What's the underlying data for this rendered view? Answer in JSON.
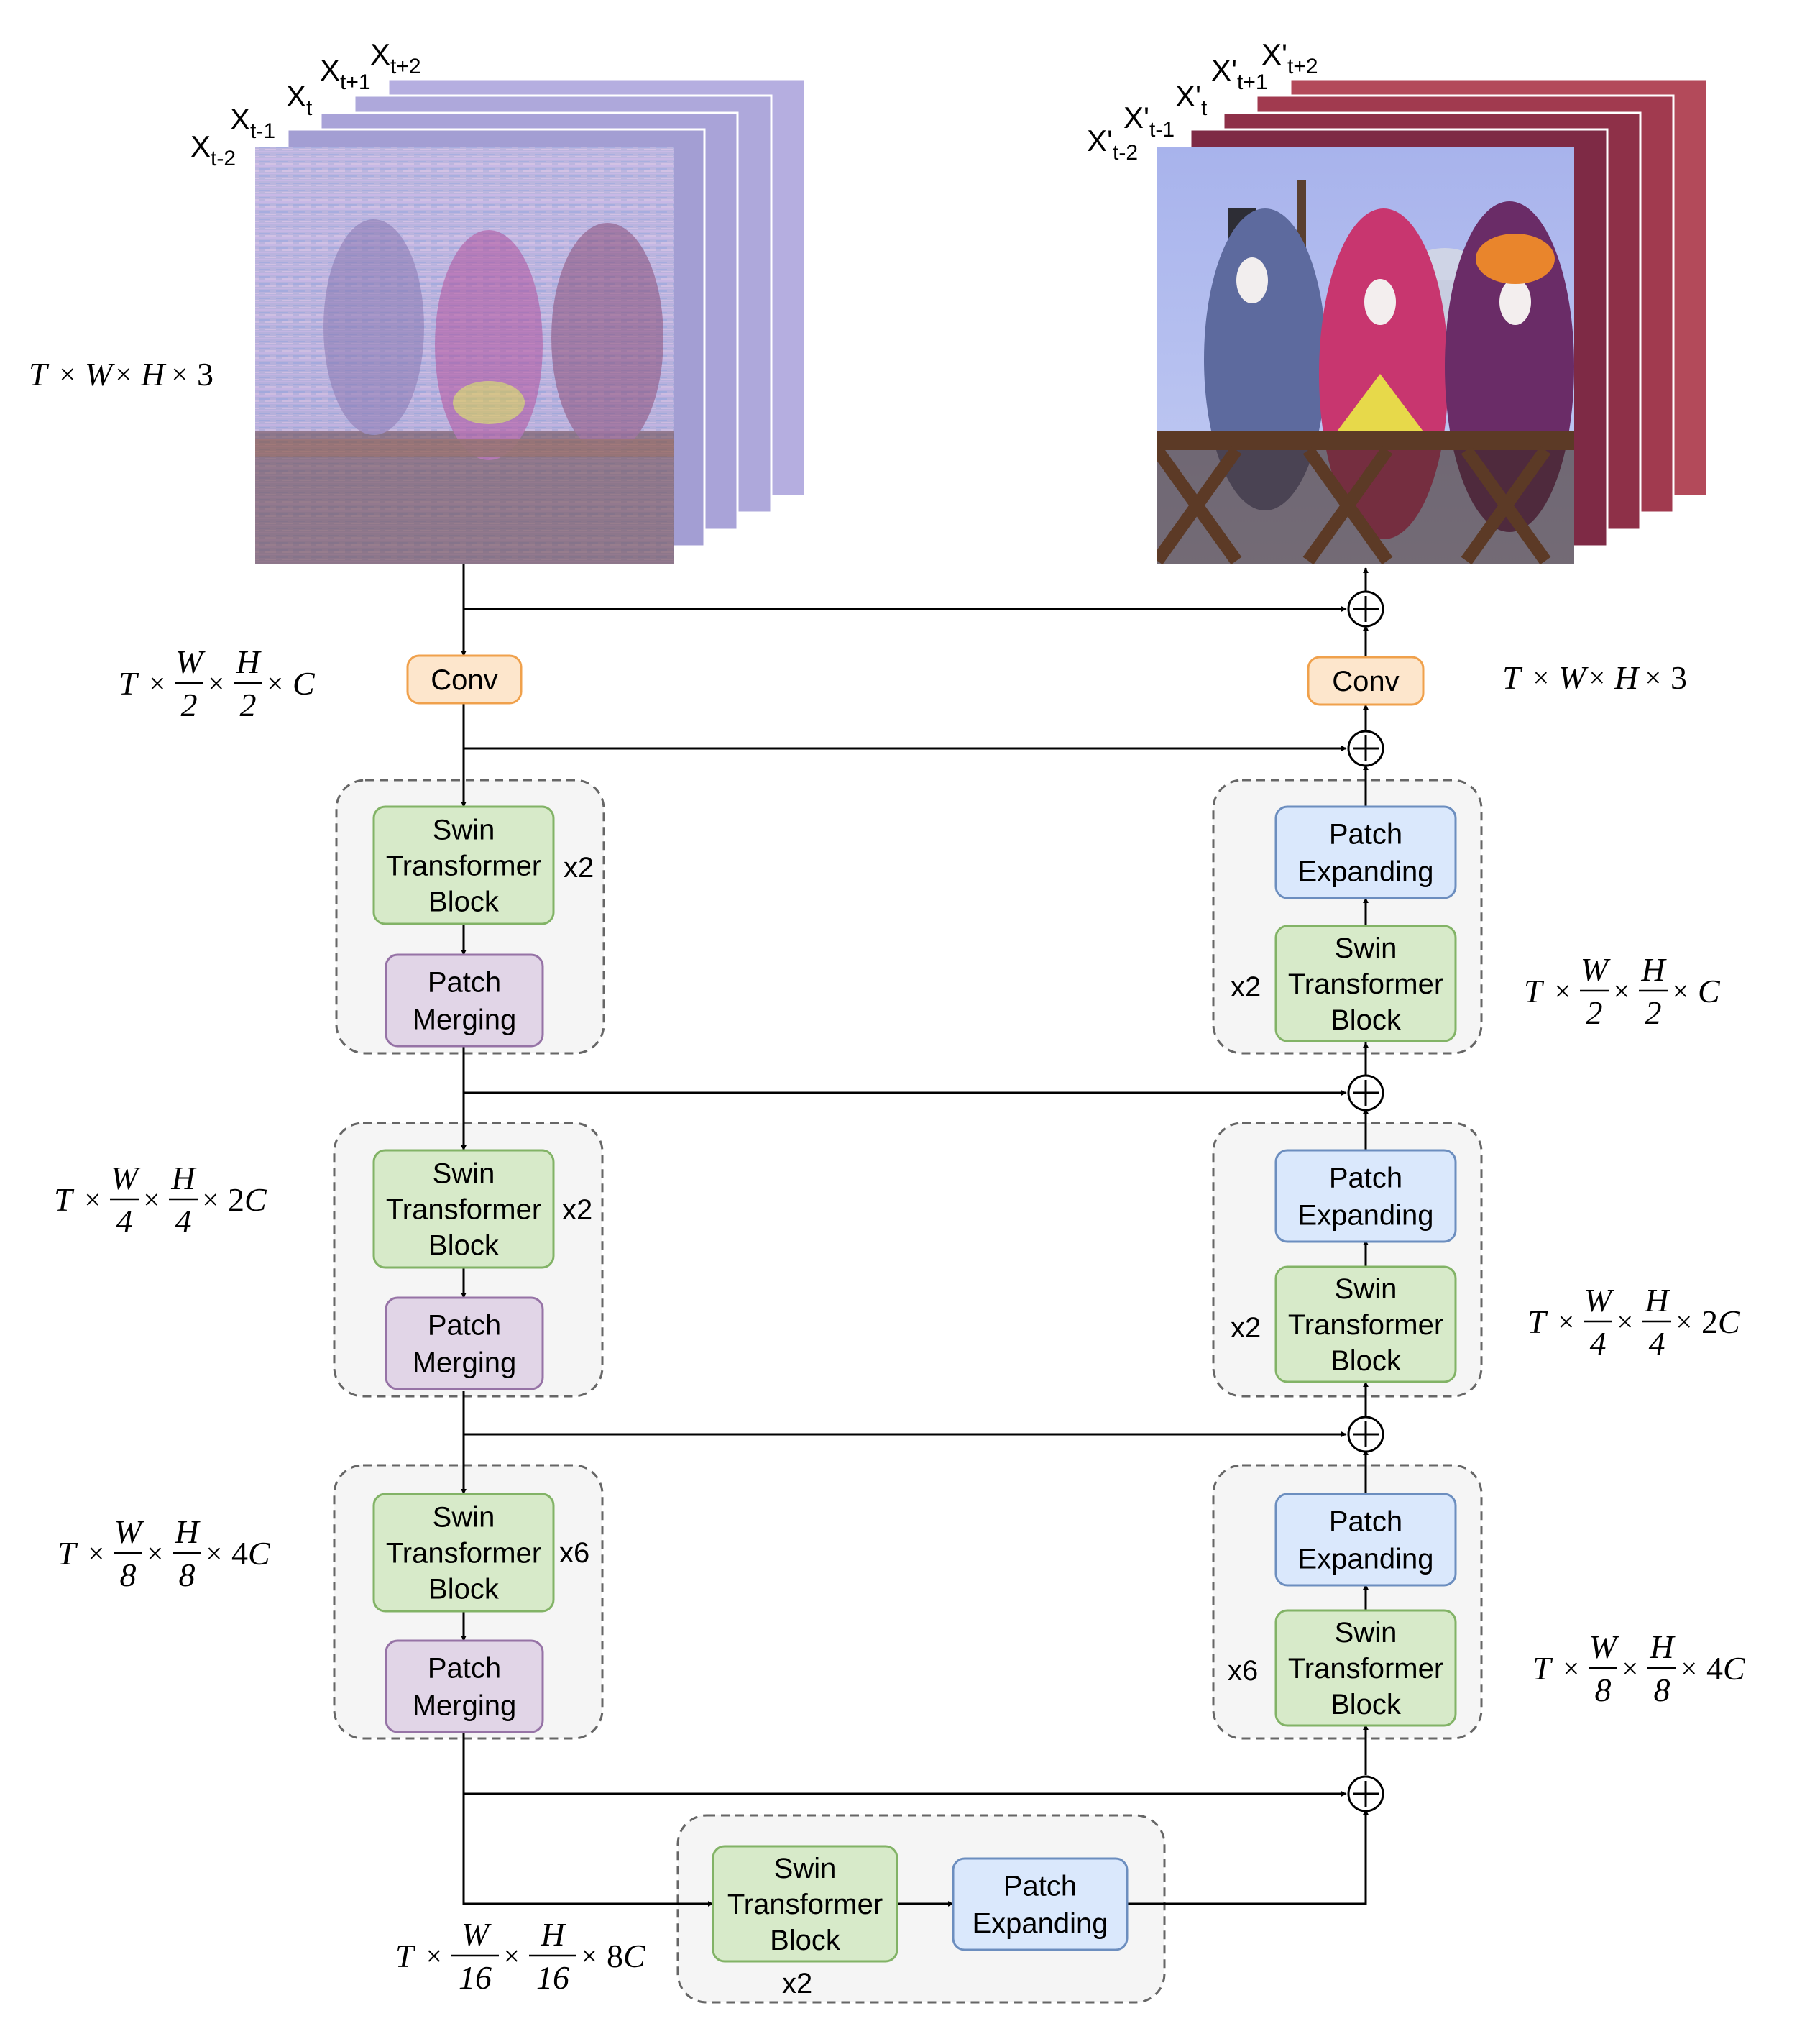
{
  "input_frames": {
    "labels": [
      "Xt-2",
      "Xt-1",
      "Xt",
      "Xt+1",
      "Xt+2"
    ],
    "label_parts": [
      {
        "base": "X",
        "sub": "t-2"
      },
      {
        "base": "X",
        "sub": "t-1"
      },
      {
        "base": "X",
        "sub": "t"
      },
      {
        "base": "X",
        "sub": "t+1"
      },
      {
        "base": "X",
        "sub": "t+2"
      }
    ],
    "style": "noisy-distorted"
  },
  "output_frames": {
    "labels": [
      "X't-2",
      "X't-1",
      "X't",
      "X't+1",
      "X't+2"
    ],
    "label_parts": [
      {
        "base": "X'",
        "sub": "t-2"
      },
      {
        "base": "X'",
        "sub": "t-1"
      },
      {
        "base": "X'",
        "sub": "t"
      },
      {
        "base": "X'",
        "sub": "t+1"
      },
      {
        "base": "X'",
        "sub": "t+2"
      }
    ],
    "style": "clean"
  },
  "dims": {
    "input": "T×W×H×3",
    "output": "T×W×H×3",
    "enc1": "T×W/2×H/2×C",
    "enc2": "T×W/4×H/4×2C",
    "enc3": "T×W/8×H/8×4C",
    "bottleneck": "T×W/16×H/16×8C",
    "dec1": "T×W/2×H/2×C",
    "dec2": "T×W/4×H/4×2C",
    "dec3": "T×W/8×H/8×4C"
  },
  "blocks": {
    "conv": "Conv",
    "swin_lines": [
      "Swin",
      "Transformer",
      "Block"
    ],
    "merging_lines": [
      "Patch",
      "Merging"
    ],
    "expanding_lines": [
      "Patch",
      "Expanding"
    ]
  },
  "repeats": {
    "enc1": "x2",
    "enc2": "x2",
    "enc3": "x6",
    "bottleneck": "x2",
    "dec1": "x2",
    "dec2": "x2",
    "dec3": "x6"
  },
  "colors": {
    "conv_fill": "#fde6cc",
    "conv_stroke": "#f0a14c",
    "swin_fill": "#d7eac9",
    "swin_stroke": "#82b366",
    "merge_fill": "#e1d5e7",
    "merge_stroke": "#9673a6",
    "expand_fill": "#dae8fc",
    "expand_stroke": "#6c8ebf",
    "group_fill": "#f5f5f5",
    "group_stroke": "#666666",
    "line": "#000000"
  }
}
